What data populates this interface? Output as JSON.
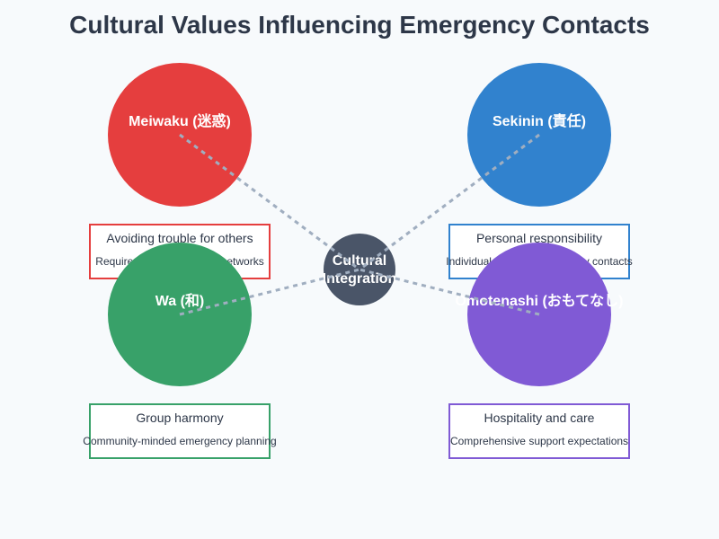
{
  "title": "Cultural Values Influencing Emergency Contacts",
  "center": {
    "line1": "Cultural",
    "line2": "Integration",
    "color": "#4a5568"
  },
  "connector_color": "#a0aec0",
  "nodes": {
    "meiwaku": {
      "label": "Meiwaku (迷惑)",
      "color": "#e53e3e",
      "box_title": "Avoiding trouble for others",
      "box_desc": "Requires multiple support networks"
    },
    "sekinin": {
      "label": "Sekinin (責任)",
      "color": "#3182ce",
      "box_title": "Personal responsibility",
      "box_desc": "Individual-focused emergency contacts"
    },
    "wa": {
      "label": "Wa (和)",
      "color": "#38a169",
      "box_title": "Group harmony",
      "box_desc": "Community-minded emergency planning"
    },
    "omotenashi": {
      "label": "Omotenashi (おもてなし)",
      "color": "#805ad5",
      "box_title": "Hospitality and care",
      "box_desc": "Comprehensive support expectations"
    }
  }
}
